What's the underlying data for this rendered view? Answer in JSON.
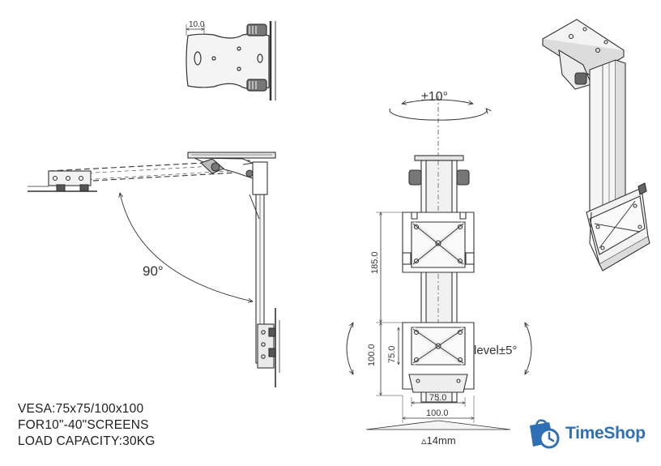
{
  "labels": {
    "dim_top_width": "10.0",
    "tilt_angle": "90°",
    "swivel": "±10°",
    "height_185": "185.0",
    "height_100": "100.0",
    "height_75": "75.0",
    "width_75": "75.0",
    "width_100": "100.0",
    "level": "level±5°",
    "bottom_width": "14mm"
  },
  "specs": {
    "vesa": "VESA:75x75/100x100",
    "screens": "FOR10\"-40\"SCREENS",
    "load": "LOAD CAPACITY:30KG"
  },
  "logo": {
    "text": "TimeShop",
    "color": "#2f6fb5"
  }
}
